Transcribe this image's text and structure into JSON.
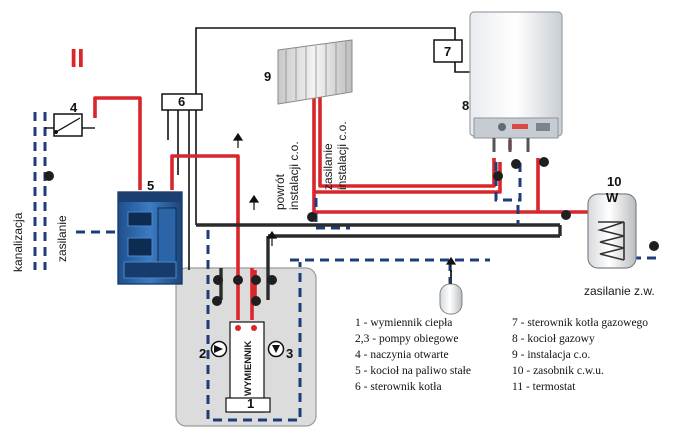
{
  "marker": "II",
  "numbers": {
    "n1": "1",
    "n2": "2",
    "n3": "3",
    "n4": "4",
    "n5": "5",
    "n6": "6",
    "n7": "7",
    "n8": "8",
    "n9": "9",
    "n10": "10",
    "n10w": "W"
  },
  "labels": {
    "kanalizacja": "kanalizacja",
    "zasilanie": "zasilanie",
    "powrot_1": "powrót",
    "powrot_2": "instalacji c.o.",
    "zasil_co_1": "zasilanie",
    "zasil_co_2": "instalacji c.o.",
    "wymiennik": "WYMIENNIK",
    "zasilanie_zw": "zasilanie z.w."
  },
  "legend_left": [
    "1 - wymiennik ciepła",
    "2,3 - pompy obiegowe",
    "4 - naczynia otwarte",
    "5 - kocioł na paliwo stałe",
    "6 - sterownik kotła"
  ],
  "legend_right": [
    "7 - sterownik kotła gazowego",
    "8 - kocioł gazowy",
    "9 - instalacja c.o.",
    "10 - zasobnik c.w.u.",
    "11 - termostat"
  ],
  "colors": {
    "hot": "#d9262b",
    "cold": "#1f3c7a",
    "wire": "#111111",
    "boiler_blue": "#2f6db0",
    "panel_bg": "#dcdcdc"
  }
}
